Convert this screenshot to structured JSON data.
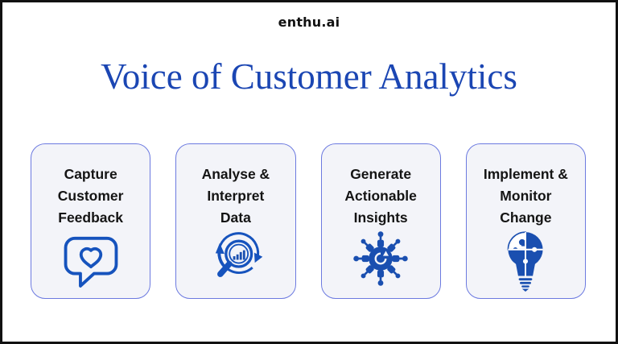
{
  "brand": "enthu.ai",
  "title": "Voice of Customer Analytics",
  "steps": [
    {
      "lines": [
        "Capture",
        "Customer",
        "Feedback"
      ],
      "icon": "speech-bubble-heart"
    },
    {
      "lines": [
        "Analyse &",
        "Interpret",
        "Data"
      ],
      "icon": "magnifier-bar-chart-cycle"
    },
    {
      "lines": [
        "Generate",
        "Actionable",
        "Insights"
      ],
      "icon": "gear-network-hub"
    },
    {
      "lines": [
        "Implement &",
        "Monitor",
        "Change"
      ],
      "icon": "puzzle-lightbulb"
    }
  ],
  "colors": {
    "title_blue": "#1b46b3",
    "icon_stroke_blue": "#1653bd",
    "icon_fill_blue": "#1a4fb0",
    "card_border": "#6c7ae0",
    "card_bg": "#f3f4f9",
    "frame_border": "#111111",
    "text_dark": "#141414"
  }
}
